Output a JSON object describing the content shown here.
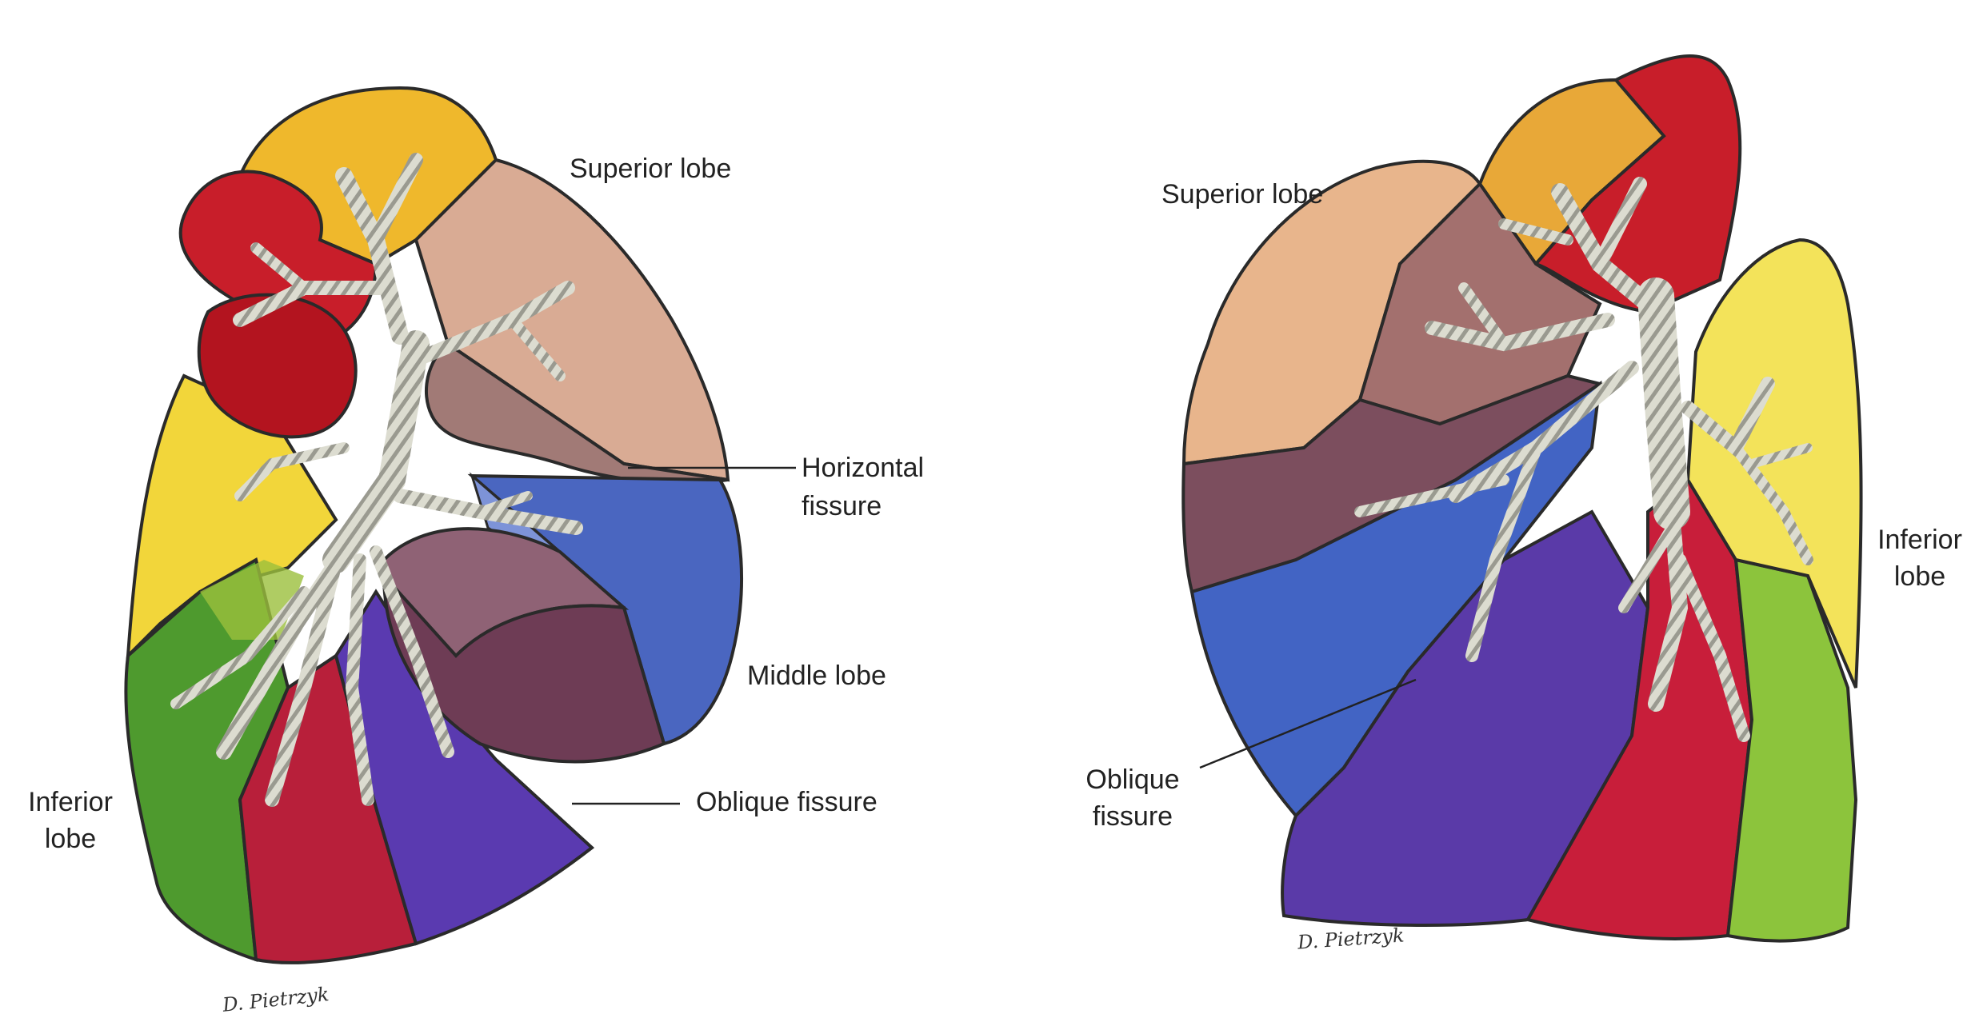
{
  "left_figure": {
    "labels": {
      "superior_lobe": "Superior lobe",
      "horizontal_fissure_line1": "Horizontal",
      "horizontal_fissure_line2": "fissure",
      "middle_lobe": "Middle lobe",
      "oblique_fissure": "Oblique fissure",
      "inferior_lobe_line1": "Inferior",
      "inferior_lobe_line2": "lobe"
    },
    "signature": "D. Pietrzyk"
  },
  "right_figure": {
    "labels": {
      "superior_lobe": "Superior lobe",
      "oblique_fissure_line1": "Oblique",
      "oblique_fissure_line2": "fissure",
      "inferior_lobe_line1": "Inferior",
      "inferior_lobe_line2": "lobe"
    },
    "signature": "D. Pietrzyk"
  },
  "colors": {
    "yellow": "#f2c230",
    "orange": "#e8a838",
    "red": "#c81e2a",
    "tan": "#d9ab94",
    "mauve": "#8f6275",
    "blue": "#4a66c0",
    "purple": "#5a3a9e",
    "crimson": "#b81f3a",
    "green": "#4e9a2e",
    "lime": "#8cc43c",
    "lightyellow": "#f3e35a",
    "bronchus": "#d8d8cc"
  }
}
